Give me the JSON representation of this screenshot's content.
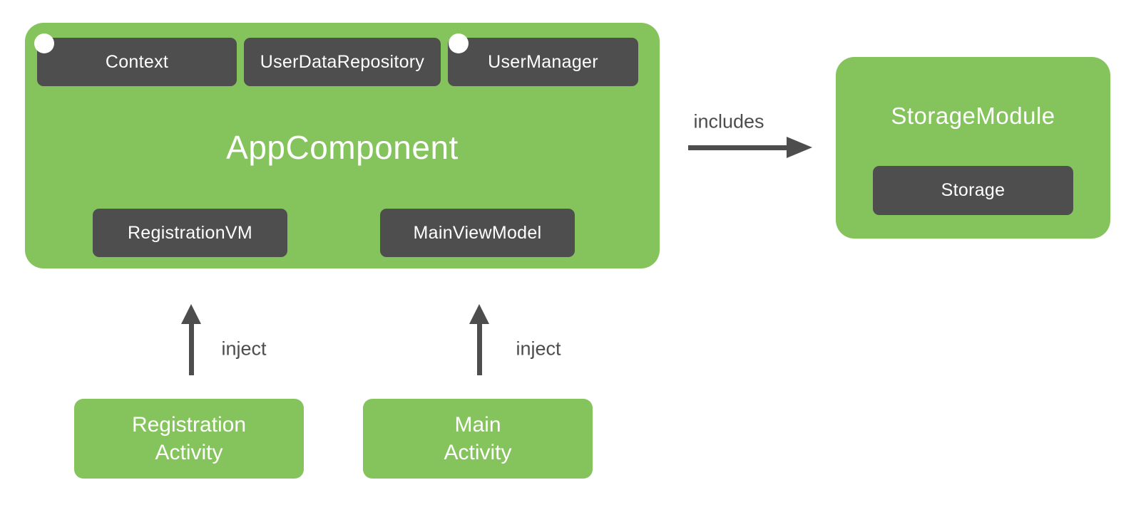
{
  "colors": {
    "green": "#85C45C",
    "dark_gray": "#4E4E4E",
    "arrow_gray": "#4D4D4D",
    "text_white": "#FFFFFF",
    "background": "#FFFFFF"
  },
  "app_component": {
    "title": "AppComponent",
    "dependencies": [
      {
        "label": "Context",
        "scoped": true
      },
      {
        "label": "UserDataRepository",
        "scoped": false
      },
      {
        "label": "UserManager",
        "scoped": true
      }
    ],
    "view_models": [
      {
        "label": "RegistrationVM"
      },
      {
        "label": "MainViewModel"
      }
    ]
  },
  "storage_module": {
    "title": "StorageModule",
    "provides": [
      {
        "label": "Storage"
      }
    ]
  },
  "activities": [
    {
      "line1": "Registration",
      "line2": "Activity"
    },
    {
      "line1": "Main",
      "line2": "Activity"
    }
  ],
  "relations": {
    "includes": {
      "label": "includes"
    },
    "inject_registration": {
      "label": "inject"
    },
    "inject_main": {
      "label": "inject"
    }
  }
}
